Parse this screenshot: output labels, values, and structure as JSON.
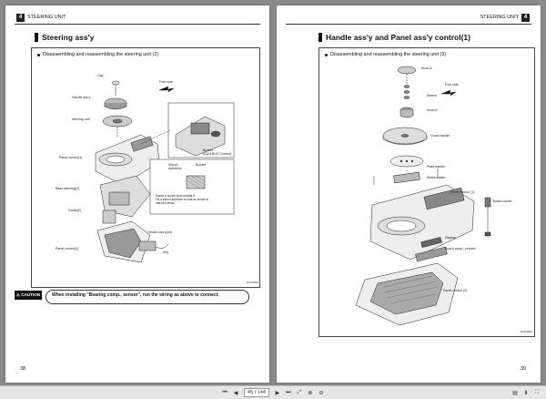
{
  "left_page": {
    "chapter_number": "4",
    "chapter_title": "STEERING UNIT",
    "section_title": "Steering ass'y",
    "subsection": "Disassembling and reassembling the steering unit (2)",
    "labels": {
      "cap": "Cap",
      "fork_side": "Fork side",
      "handle_assy": "Handle ass'y",
      "steering_unit": "steering unit",
      "buzzer_can": "Buzzer\n(CAN-BUS Control)",
      "panel_control_1": "Panel,control(1)",
      "silicon_adhesive": "Silicon\nAdhesive",
      "buzzer": "Buzzer",
      "buzzer_note": "Solder a buzzer.And insulate it.\nFill a silicon adhesive so that as shown in\nhatched areas.",
      "base_steering_1": "Base,steering(1)",
      "guide_2": "Guide(2)",
      "switch_assy_key": "Switch ass'y,key",
      "panel_control_2": "Panel,control(2)",
      "key": "Key",
      "fig_code": "10319880"
    },
    "caution_label": "CAUTION",
    "caution_text": "When installing \"Bearing comp., sensor\", run the wiring as above to connect.",
    "page_number": "38"
  },
  "right_page": {
    "chapter_number": "4",
    "chapter_title": "STEERING UNIT",
    "section_title": "Handle ass'y and Panel ass'y control(1)",
    "subsection": "Disassembling and reassembling the steering unit (3)",
    "labels": {
      "knob_a": "Knob,A",
      "fork_side": "Fork side",
      "sleeve": "Sleeve",
      "knob_b": "Knob,B",
      "cover_handle": "Cover,handle",
      "plate_handle": "Plate,handle",
      "sheet_switch": "Sheet,switch",
      "panel_control_1": "Panel,control (1)",
      "switch_rocker": "Switch,rocker",
      "display": "Display",
      "board_comp_printed": "Board comp., printed",
      "panel_control_2": "Panel,control (2)",
      "fig_code": "10319881"
    },
    "page_number": "39"
  },
  "toolbar": {
    "first_icon": "first-page-icon",
    "prev_icon": "prev-page-icon",
    "current_page": "45",
    "total_pages": "/ 144",
    "next_icon": "next-page-icon",
    "last_icon": "last-page-icon"
  }
}
